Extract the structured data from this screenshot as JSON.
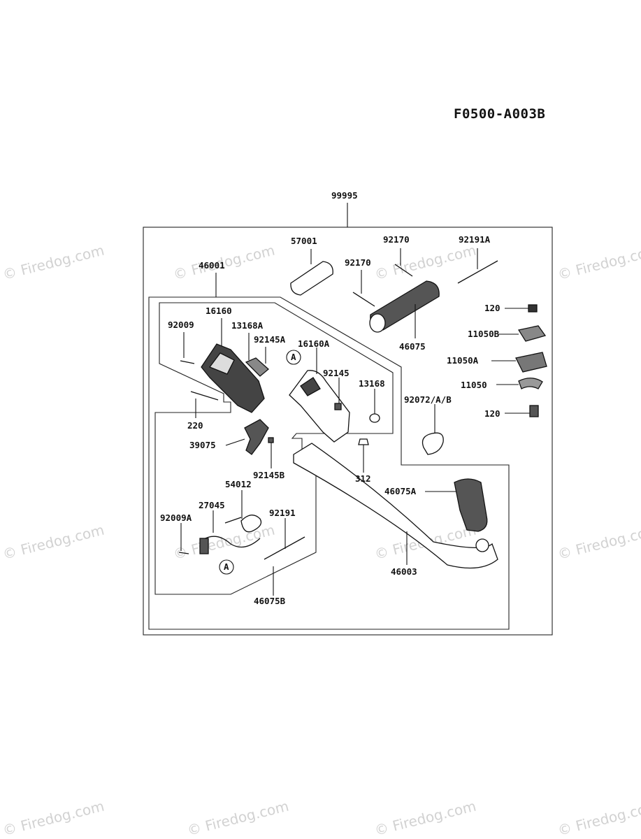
{
  "diagram": {
    "code": "F0500-A003B",
    "assembly_ref": "99995",
    "callout_marker": "A"
  },
  "watermark": {
    "text": "© Firedog.com",
    "color": "#d2d2d2"
  },
  "parts": [
    {
      "key": "p57001",
      "label": "57001"
    },
    {
      "key": "p92170a",
      "label": "92170"
    },
    {
      "key": "p92170b",
      "label": "92170"
    },
    {
      "key": "p92191a",
      "label": "92191A"
    },
    {
      "key": "p46001",
      "label": "46001"
    },
    {
      "key": "p46075",
      "label": "46075"
    },
    {
      "key": "p120a",
      "label": "120"
    },
    {
      "key": "p11050b",
      "label": "11050B"
    },
    {
      "key": "p11050a",
      "label": "11050A"
    },
    {
      "key": "p11050",
      "label": "11050"
    },
    {
      "key": "p120b",
      "label": "120"
    },
    {
      "key": "p16160",
      "label": "16160"
    },
    {
      "key": "p92009",
      "label": "92009"
    },
    {
      "key": "p13168a",
      "label": "13168A"
    },
    {
      "key": "p92145a",
      "label": "92145A"
    },
    {
      "key": "p16160a",
      "label": "16160A"
    },
    {
      "key": "p92145",
      "label": "92145"
    },
    {
      "key": "p13168",
      "label": "13168"
    },
    {
      "key": "p92072",
      "label": "92072/A/B"
    },
    {
      "key": "p220",
      "label": "220"
    },
    {
      "key": "p39075",
      "label": "39075"
    },
    {
      "key": "p92145b",
      "label": "92145B"
    },
    {
      "key": "p312",
      "label": "312"
    },
    {
      "key": "p46075a",
      "label": "46075A"
    },
    {
      "key": "p54012",
      "label": "54012"
    },
    {
      "key": "p27045",
      "label": "27045"
    },
    {
      "key": "p92191",
      "label": "92191"
    },
    {
      "key": "p92009a",
      "label": "92009A"
    },
    {
      "key": "p46003",
      "label": "46003"
    },
    {
      "key": "p46075b",
      "label": "46075B"
    }
  ]
}
